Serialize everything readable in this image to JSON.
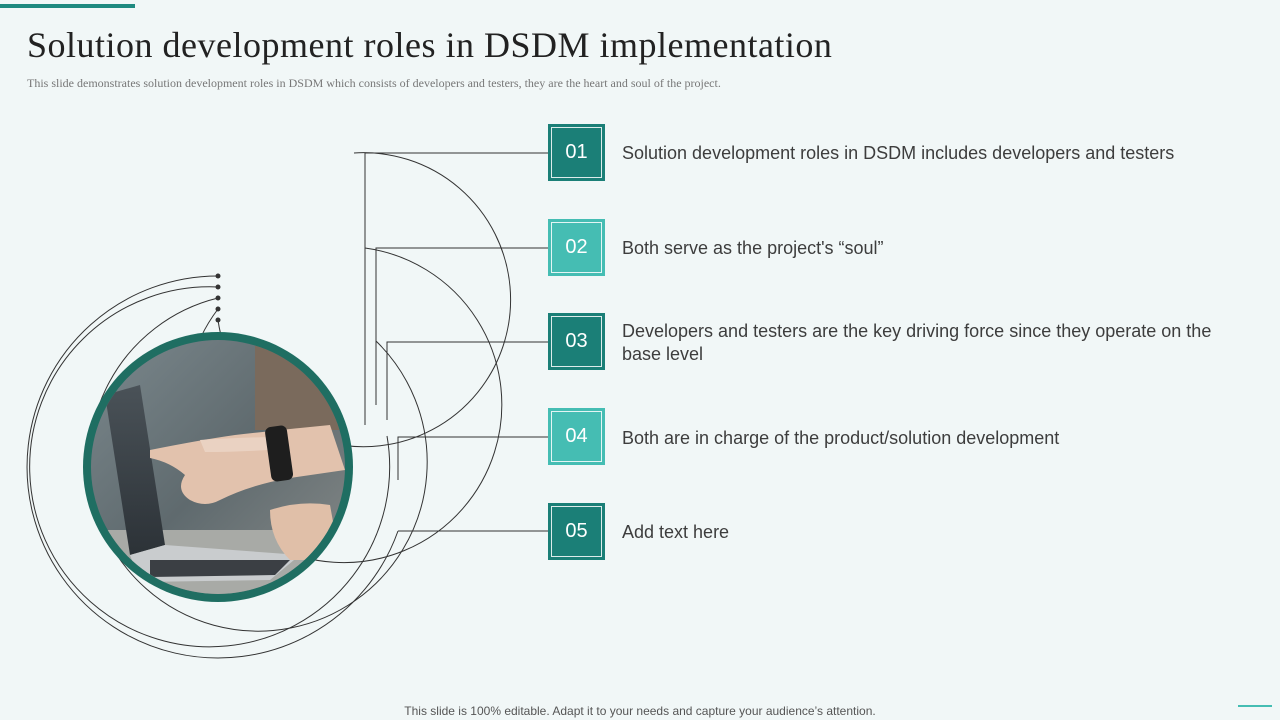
{
  "slide": {
    "title": "Solution development roles in DSDM implementation",
    "subtitle": "This slide demonstrates solution development roles in DSDM which consists of developers and testers, they are the heart and soul of the project.",
    "footer": "This slide is 100% editable. Adapt it to your needs and capture your audience’s attention."
  },
  "image": {
    "description_icon": "laptop-hands-photo"
  },
  "items": [
    {
      "number": "01",
      "text": "Solution development roles in DSDM includes developers and testers",
      "style": "dark"
    },
    {
      "number": "02",
      "text": "Both serve as the project's “soul”",
      "style": "light"
    },
    {
      "number": "03",
      "text": "Developers and testers are the key driving force since they operate on the base level",
      "style": "dark"
    },
    {
      "number": "04",
      "text": "Both are in charge of the product/solution development",
      "style": "light"
    },
    {
      "number": "05",
      "text": "Add text here",
      "style": "dark"
    }
  ],
  "colors": {
    "dark_teal": "#1b7f77",
    "light_teal": "#45bdb3",
    "ring": "#1f6e62",
    "background": "#f1f7f7"
  }
}
